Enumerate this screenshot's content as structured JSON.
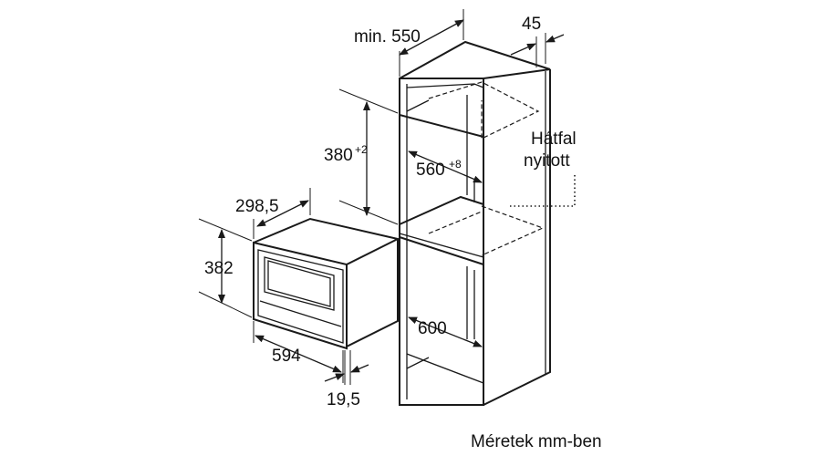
{
  "dimensions": {
    "min_depth": "min. 550",
    "rear_gap": "45",
    "niche_height": "380",
    "niche_height_tol": "+2",
    "niche_width": "560",
    "niche_width_tol": "+8",
    "unit_depth": "298,5",
    "unit_height": "382",
    "unit_width": "594",
    "front_depth": "19,5",
    "cabinet_width": "600"
  },
  "labels": {
    "back_panel_line1": "Hátfal",
    "back_panel_line2": "nyitott",
    "units_note": "Méretek mm-ben"
  },
  "colors": {
    "line": "#1a1a1a",
    "text": "#111111",
    "background": "#ffffff"
  }
}
